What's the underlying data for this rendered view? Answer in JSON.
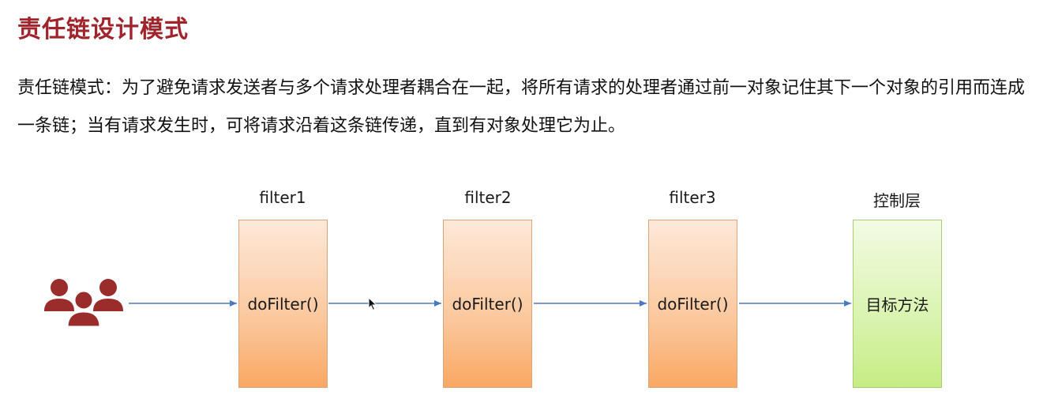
{
  "title": "责任链设计模式",
  "description": "责任链模式：为了避免请求发送者与多个请求处理者耦合在一起，将所有请求的处理者通过前一对象记住其下一个对象的引用而连成一条链；当有请求发生时，可将请求沿着这条链传递，直到有对象处理它为止。",
  "diagram": {
    "users_icon": "users-icon",
    "nodes": [
      {
        "label": "filter1",
        "content": "doFilter()"
      },
      {
        "label": "filter2",
        "content": "doFilter()"
      },
      {
        "label": "filter3",
        "content": "doFilter()"
      },
      {
        "label": "控制层",
        "content": "目标方法"
      }
    ]
  },
  "colors": {
    "title": "#a0242b",
    "users": "#9b2c2c",
    "arrow": "#4a78c2",
    "filter_fill": "#fbc79c",
    "ctrl_fill": "#d9f3ae"
  }
}
